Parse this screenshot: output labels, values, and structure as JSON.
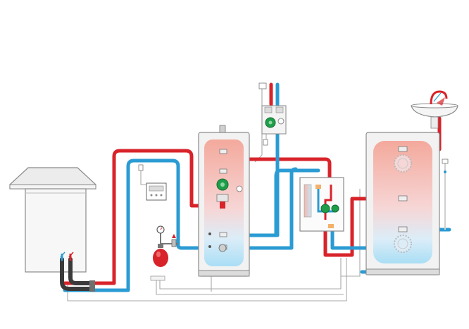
{
  "diagram": {
    "colors": {
      "hot_pipe": "#d8232a",
      "cold_pipe": "#2b9bd3",
      "dark_pipe": "#3a3a3a",
      "tank_hot": "#f2b0a6",
      "tank_cold": "#bfe6f7",
      "pump": "#1f9e4a",
      "expansion_vessel": "#d8232a",
      "control_wire": "#9a9a9a",
      "unit_outline": "#8a8a8a"
    },
    "components": [
      {
        "id": "outdoor-heat-pump-unit",
        "label": ""
      },
      {
        "id": "controller",
        "label": ""
      },
      {
        "id": "expansion-vessel",
        "label": ""
      },
      {
        "id": "pressure-gauge",
        "label": ""
      },
      {
        "id": "buffer-tank",
        "label": ""
      },
      {
        "id": "circulation-pump",
        "label": ""
      },
      {
        "id": "mixing-valve-group",
        "label": ""
      },
      {
        "id": "heat-exchanger-station",
        "label": ""
      },
      {
        "id": "dhw-storage-tank",
        "label": ""
      },
      {
        "id": "wash-basin",
        "label": ""
      },
      {
        "id": "faucet",
        "label": ""
      },
      {
        "id": "temperature-sensor",
        "label": ""
      }
    ]
  }
}
